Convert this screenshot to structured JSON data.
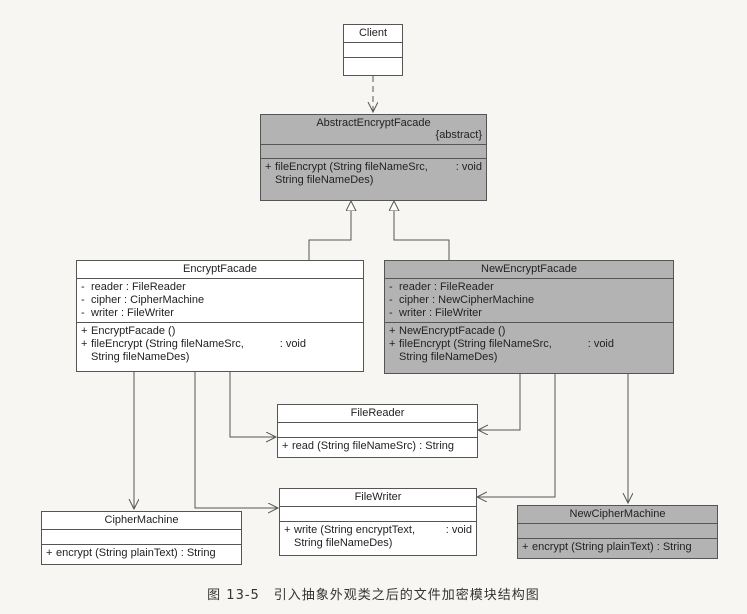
{
  "classes": {
    "client": {
      "name": "Client"
    },
    "abstract_facade": {
      "name": "AbstractEncryptFacade",
      "stereotype": "{abstract}",
      "operations": [
        {
          "vis": "+",
          "sig": "fileEncrypt (String fileNameSrc,",
          "cont": "String fileNameDes)",
          "ret": ": void"
        }
      ]
    },
    "encrypt_facade": {
      "name": "EncryptFacade",
      "attributes": [
        {
          "vis": "-",
          "text": "reader : FileReader"
        },
        {
          "vis": "-",
          "text": "cipher : CipherMachine"
        },
        {
          "vis": "-",
          "text": "writer  : FileWriter"
        }
      ],
      "operations": [
        {
          "vis": "+",
          "sig": "EncryptFacade ()"
        },
        {
          "vis": "+",
          "sig": "fileEncrypt (String fileNameSrc,",
          "cont": "String fileNameDes)",
          "ret": ": void"
        }
      ]
    },
    "new_encrypt_facade": {
      "name": "NewEncryptFacade",
      "attributes": [
        {
          "vis": "-",
          "text": "reader : FileReader"
        },
        {
          "vis": "-",
          "text": "cipher  : NewCipherMachine"
        },
        {
          "vis": "-",
          "text": "writer   : FileWriter"
        }
      ],
      "operations": [
        {
          "vis": "+",
          "sig": "NewEncryptFacade ()"
        },
        {
          "vis": "+",
          "sig": "fileEncrypt (String fileNameSrc,",
          "cont": "String fileNameDes)",
          "ret": ": void"
        }
      ]
    },
    "file_reader": {
      "name": "FileReader",
      "operations": [
        {
          "vis": "+",
          "sig": "read (String fileNameSrc) : String"
        }
      ]
    },
    "file_writer": {
      "name": "FileWriter",
      "operations": [
        {
          "vis": "+",
          "sig": "write (String encryptText,",
          "cont": "String fileNameDes)",
          "ret": ": void"
        }
      ]
    },
    "cipher_machine": {
      "name": "CipherMachine",
      "operations": [
        {
          "vis": "+",
          "sig": "encrypt (String plainText) : String"
        }
      ]
    },
    "new_cipher_machine": {
      "name": "NewCipherMachine",
      "operations": [
        {
          "vis": "+",
          "sig": "encrypt (String plainText) : String"
        }
      ]
    }
  },
  "caption": "图 13-5　引入抽象外观类之后的文件加密模块结构图",
  "colors": {
    "abstract_fill": "#b3b3b3",
    "concrete_fill": "#ffffff",
    "line": "#555555"
  }
}
